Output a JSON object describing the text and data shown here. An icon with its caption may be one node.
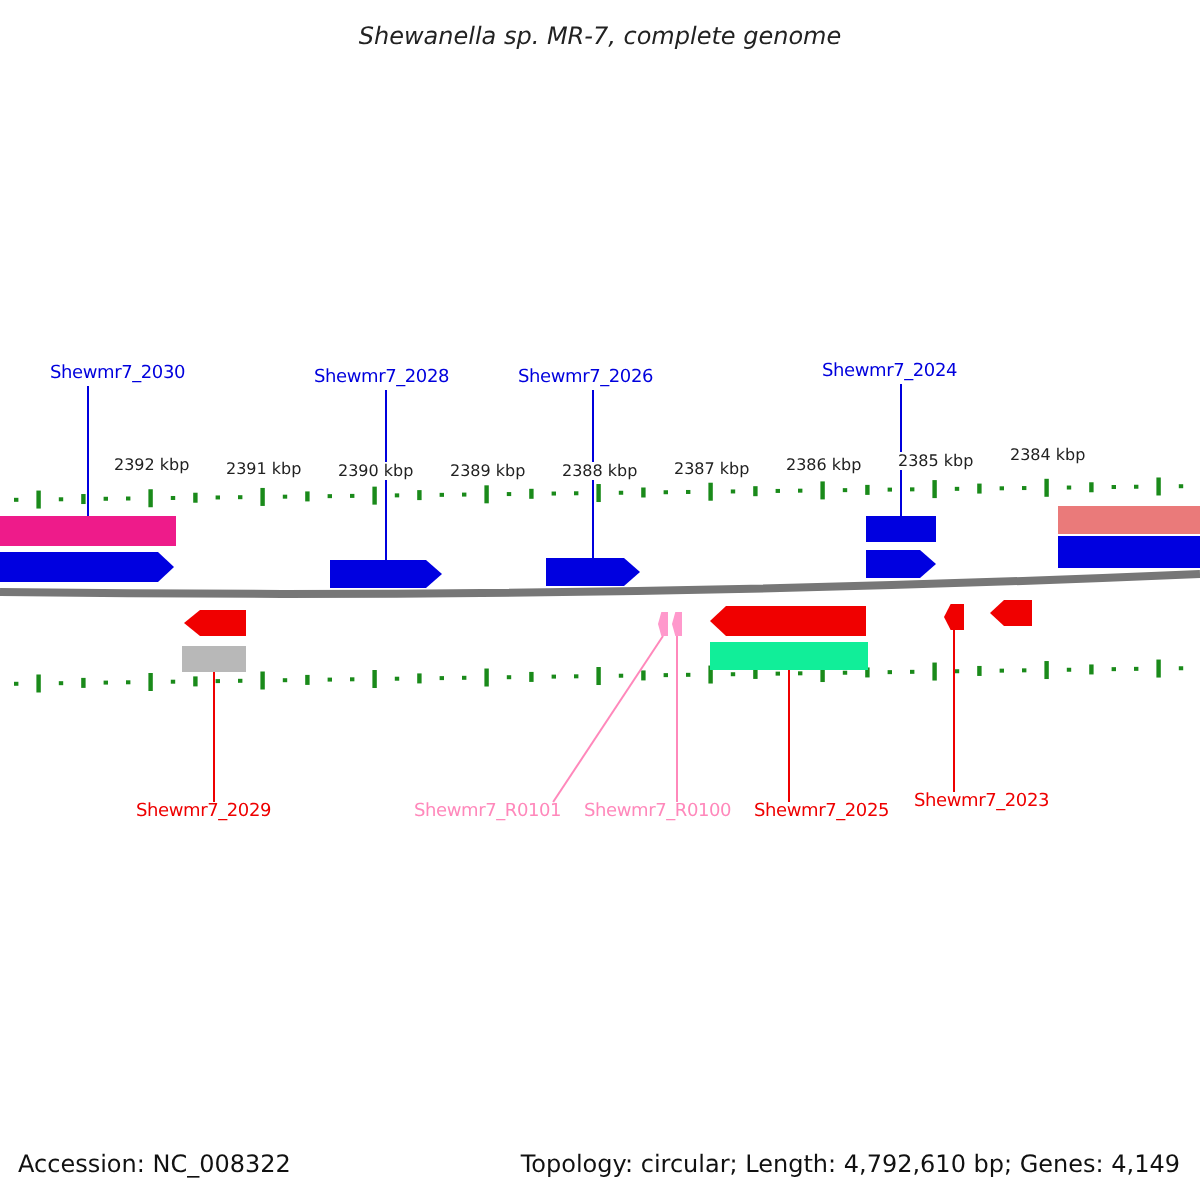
{
  "diagram": {
    "title": "Shewanella sp. MR-7, complete genome",
    "nodes": [
      {
        "text": [
          "Shewmr7_2030"
        ]
      },
      {
        "text": [
          "Shewmr7_2028"
        ]
      },
      {
        "text": [
          "Shewmr7_2026"
        ]
      },
      {
        "text": [
          "Shewmr7_2024"
        ]
      },
      {
        "text": [
          "Shewmr7_2029"
        ]
      },
      {
        "text": [
          "Shewmr7_R0101"
        ]
      },
      {
        "text": [
          "Shewmr7_R0100"
        ]
      },
      {
        "text": [
          "Shewmr7_2025"
        ]
      },
      {
        "text": [
          "Shewmr7_2023"
        ]
      },
      {
        "text": [],
        "shape": "bar"
      },
      {
        "text": [],
        "shape": "arrow"
      },
      {
        "text": [],
        "shape": "arrow"
      },
      {
        "text": [],
        "shape": "bar"
      },
      {
        "text": [],
        "shape": "bar"
      },
      {
        "text": [],
        "shape": "arrow"
      },
      {
        "text": [],
        "shape": "arrow"
      },
      {
        "text": [],
        "shape": "bar"
      },
      {
        "text": [],
        "shape": "arrow"
      },
      {
        "text": [],
        "shape": "arrow"
      },
      {
        "text": [],
        "shape": "arrow"
      },
      {
        "text": [],
        "shape": "arrow"
      },
      {
        "text": [],
        "shape": "arrow"
      },
      {
        "text": [],
        "shape": "arrow"
      },
      {
        "text": [],
        "shape": "bar"
      },
      {
        "text": [],
        "shape": "bar"
      }
    ],
    "edges": [
      {
        "from": 0,
        "to": 9,
        "arrow": "none"
      },
      {
        "from": 1,
        "to": 10,
        "arrow": "none"
      },
      {
        "from": 2,
        "to": 11,
        "arrow": "none"
      },
      {
        "from": 3,
        "to": 12,
        "arrow": "none"
      },
      {
        "from": 4,
        "to": 13,
        "arrow": "none",
        "color": "#ee0000"
      },
      {
        "from": 5,
        "to": 14,
        "arrow": "none",
        "color": "#ff88bb"
      },
      {
        "from": 6,
        "to": 15,
        "arrow": "none",
        "color": "#ff88bb"
      },
      {
        "from": 7,
        "to": 16,
        "arrow": "none",
        "color": "#ee0000"
      },
      {
        "from": 8,
        "to": 17,
        "arrow": "none",
        "color": "#ee0000"
      }
    ],
    "labels": [
      "2392 kbp",
      "2391 kbp",
      "2390 kbp",
      "2389 kbp",
      "2388 kbp",
      "2387 kbp",
      "2386 kbp",
      "2385 kbp",
      "2384 kbp",
      "Accession: NC_008322",
      "Topology: circular; Length: 4,792,610 bp; Genes: 4,149"
    ]
  }
}
